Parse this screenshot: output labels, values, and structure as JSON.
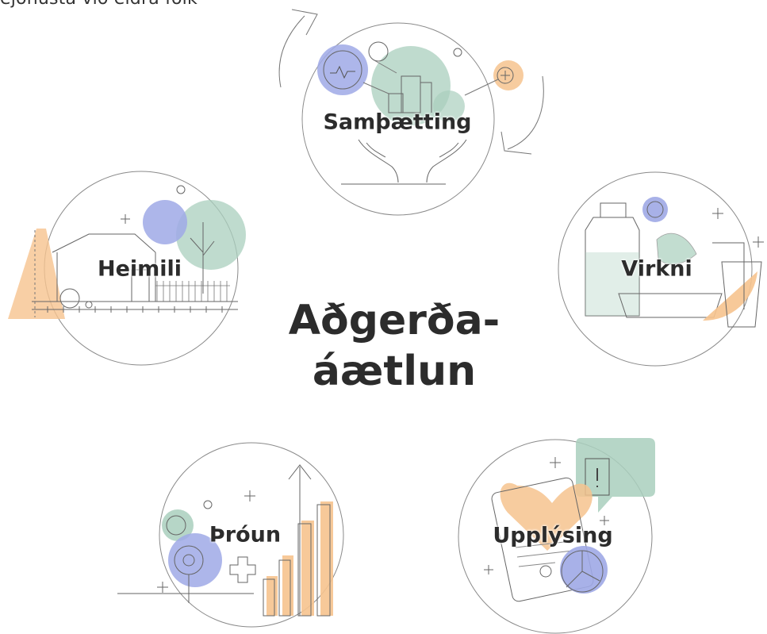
{
  "header": {
    "partial_text": "ejónusta við eldra fólk"
  },
  "hub": {
    "line1": "Aðgerða-",
    "line2": "áætlun"
  },
  "nodes": [
    {
      "id": "sampaetting",
      "label": "Samþætting",
      "icon": "hands-building-icon"
    },
    {
      "id": "heimili",
      "label": "Heimili",
      "icon": "house-icon"
    },
    {
      "id": "virkni",
      "label": "Virkni",
      "icon": "bottle-glass-icon"
    },
    {
      "id": "throun",
      "label": "Þróun",
      "icon": "bar-chart-gears-icon"
    },
    {
      "id": "upplysing",
      "label": "Upplýsing",
      "icon": "tablet-chat-icon"
    }
  ],
  "colors": {
    "green": "#a9cfbd",
    "blue": "#9fa9e6",
    "orange": "#f6c38e",
    "line": "#7a7a7a",
    "text": "#2c2c2c"
  }
}
